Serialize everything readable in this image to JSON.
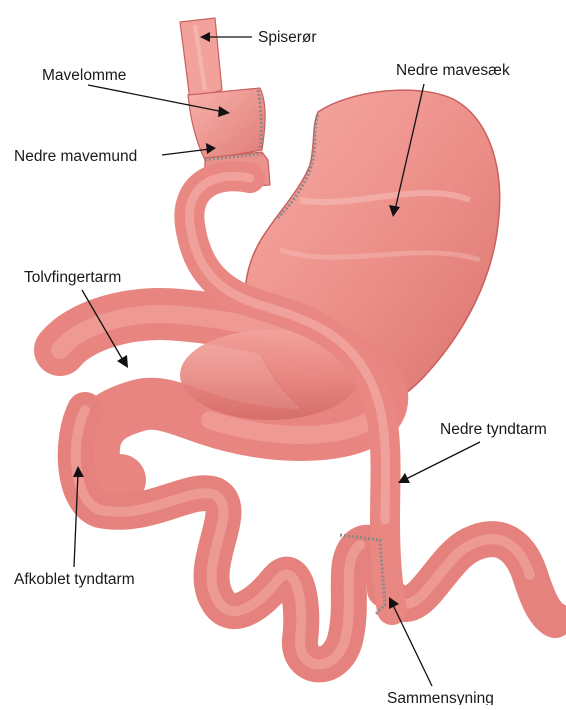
{
  "diagram": {
    "labels": {
      "spiseror": "Spiserør",
      "mavelomme": "Mavelomme",
      "nedre_mavemund": "Nedre mavemund",
      "nedre_mavesaek": "Nedre mavesæk",
      "tolvfingertarm": "Tolvfingertarm",
      "nedre_tyndtarm": "Nedre tyndtarm",
      "afkoblet_tyndtarm": "Afkoblet tyndtarm",
      "sammensyning": "Sammensyning"
    },
    "colors": {
      "tissue": "#ec8f8a",
      "tissue_dark": "#c9605e",
      "tissue_light": "#f8c3bd",
      "staples": "#8a8a8a",
      "text": "#1a1a1a"
    }
  }
}
